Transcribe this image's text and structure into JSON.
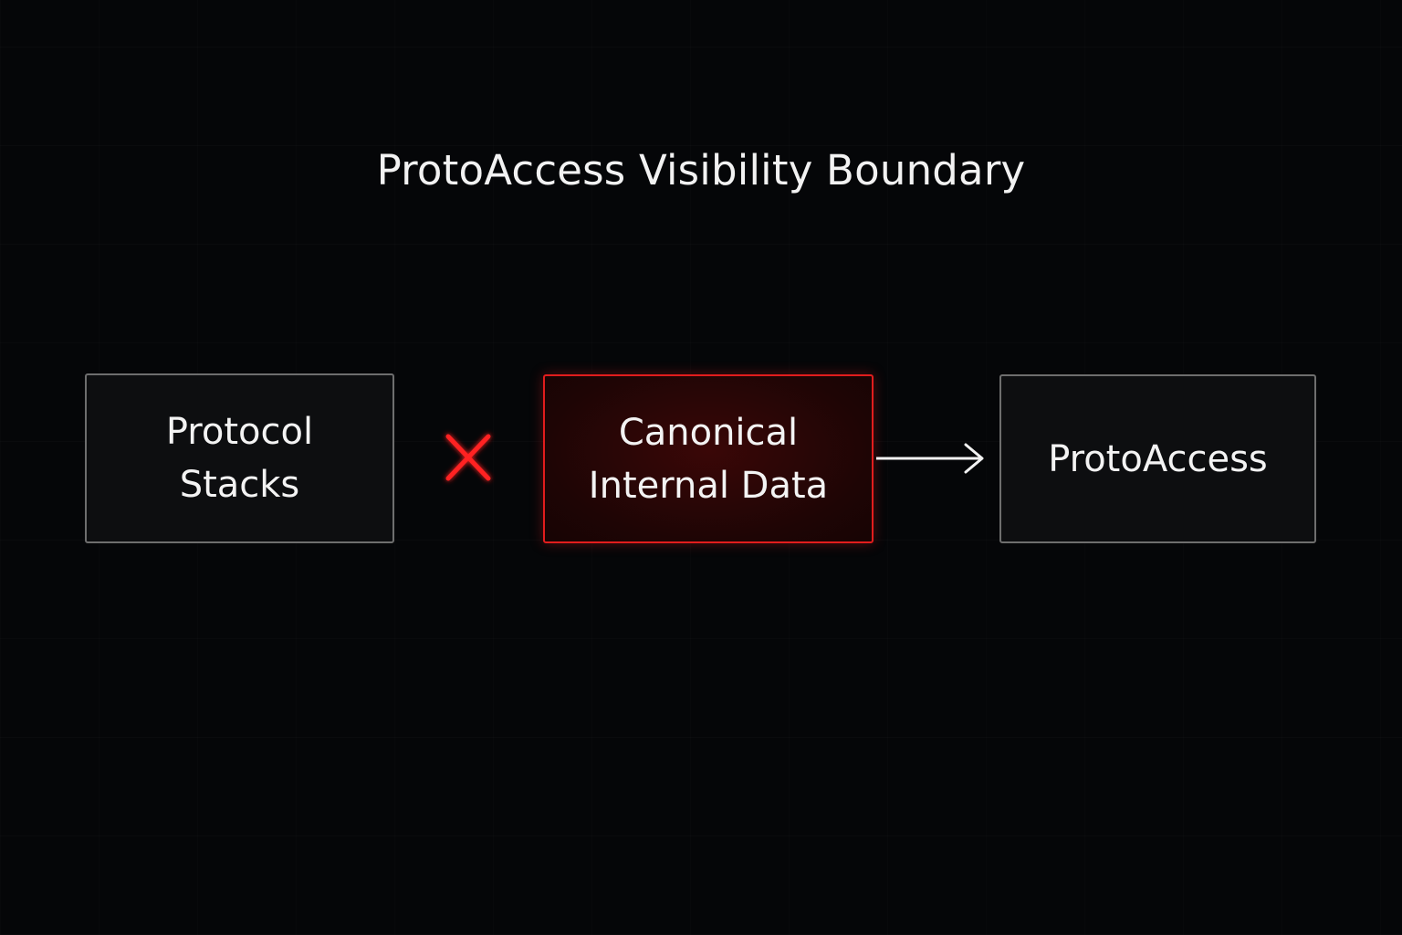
{
  "title": "ProtoAccess Visibility Boundary",
  "nodes": {
    "protocol_stacks": "Protocol\nStacks",
    "canonical_data": "Canonical\nInternal Data",
    "protoaccess": "ProtoAccess"
  },
  "connectors": {
    "blocked": {
      "from": "protocol_stacks",
      "to": "canonical_data",
      "style": "dashed",
      "marker": "x-icon",
      "color": "#e11d1d"
    },
    "allowed": {
      "from": "canonical_data",
      "to": "protoaccess",
      "style": "solid",
      "marker": "arrow-right-icon",
      "color": "#f2f2f2"
    }
  },
  "colors": {
    "background": "#050608",
    "accent_red": "#e11d1d",
    "box_border": "#6e6e6e",
    "text": "#f2f2f2"
  }
}
